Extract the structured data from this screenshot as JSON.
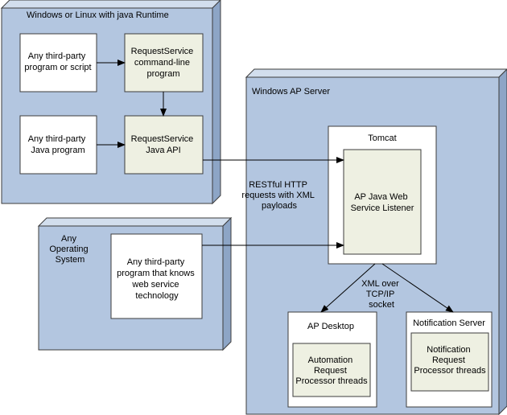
{
  "colors": {
    "node_front": "#b3c6e0",
    "node_top": "#d2deed",
    "node_side": "#8da5c6",
    "box_fill": "#ffffff",
    "component_fill": "#eef0e2",
    "stroke": "#3c3c3c",
    "arrow": "#000000"
  },
  "nodes": {
    "client_machine": {
      "label": "Windows or Linux with java Runtime"
    },
    "any_os": {
      "label_lines": [
        "Any",
        "Operating",
        "System"
      ]
    },
    "ap_server": {
      "label": "Windows AP Server"
    }
  },
  "boxes": {
    "third_party_script": {
      "lines": [
        "Any third-party",
        "program or script"
      ]
    },
    "requestservice_cli": {
      "lines": [
        "RequestService",
        "command-line",
        "program"
      ]
    },
    "third_party_java": {
      "lines": [
        "Any third-party",
        "Java program"
      ]
    },
    "requestservice_api": {
      "lines": [
        "RequestService",
        "Java API"
      ]
    },
    "web_service_program": {
      "lines": [
        "Any third-party",
        "program that knows",
        "web service",
        "technology"
      ]
    },
    "tomcat": {
      "title": "Tomcat"
    },
    "ap_listener": {
      "lines": [
        "AP Java Web",
        "Service Listener"
      ]
    },
    "ap_desktop": {
      "title": "AP Desktop"
    },
    "automation_threads": {
      "lines": [
        "Automation",
        "Request",
        "Processor threads"
      ]
    },
    "notification_server": {
      "title": "Notification Server"
    },
    "notification_threads": {
      "lines": [
        "Notification",
        "Request",
        "Processor threads"
      ]
    }
  },
  "annotations": {
    "http_requests": {
      "lines": [
        "RESTful HTTP",
        "requests with XML",
        "payloads"
      ]
    },
    "xml_tcp": {
      "lines": [
        "XML over",
        "TCP/IP",
        "socket"
      ]
    }
  }
}
